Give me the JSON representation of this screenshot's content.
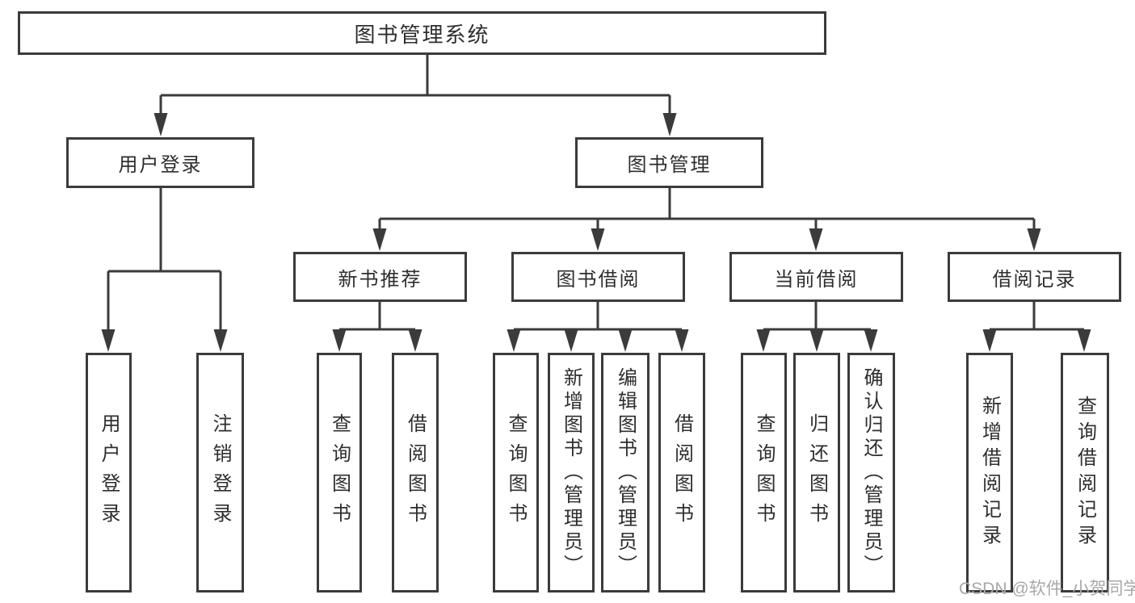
{
  "diagram": {
    "type": "hierarchy-tree",
    "root": {
      "label": "图书管理系统"
    },
    "branches": [
      {
        "label": "用户登录",
        "parent": "图书管理系统"
      },
      {
        "label": "图书管理",
        "parent": "图书管理系统"
      },
      {
        "label": "新书推荐",
        "parent": "图书管理"
      },
      {
        "label": "图书借阅",
        "parent": "图书管理"
      },
      {
        "label": "当前借阅",
        "parent": "图书管理"
      },
      {
        "label": "借阅记录",
        "parent": "图书管理"
      }
    ],
    "leaves": [
      {
        "label": "用户登录",
        "parent": "用户登录"
      },
      {
        "label": "注销登录",
        "parent": "用户登录"
      },
      {
        "label": "查询图书",
        "parent": "新书推荐"
      },
      {
        "label": "借阅图书",
        "parent": "新书推荐"
      },
      {
        "label": "查询图书",
        "parent": "图书借阅"
      },
      {
        "label": "新增图书（管理员）",
        "parent": "图书借阅"
      },
      {
        "label": "编辑图书（管理员）",
        "parent": "图书借阅"
      },
      {
        "label": "借阅图书",
        "parent": "图书借阅"
      },
      {
        "label": "查询图书",
        "parent": "当前借阅"
      },
      {
        "label": "归还图书",
        "parent": "当前借阅"
      },
      {
        "label": "确认归还（管理员）",
        "parent": "当前借阅"
      },
      {
        "label": "新增借阅记录",
        "parent": "借阅记录"
      },
      {
        "label": "查询借阅记录",
        "parent": "借阅记录"
      }
    ]
  },
  "watermark": "CSDN @软件_小贺同学",
  "colors": {
    "line": "#3b3b3b",
    "text": "#2e2e2e",
    "watermark": "#a8a8a8",
    "background": "#ffffff"
  }
}
